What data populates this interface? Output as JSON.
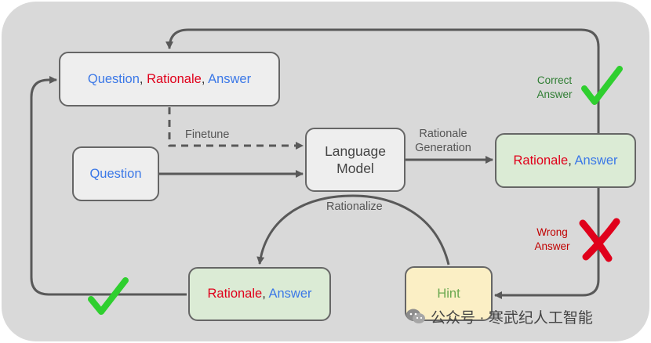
{
  "nodes": {
    "top_left": {
      "part1": "Question",
      "sep1": ", ",
      "part2": "Rationale",
      "sep2": ", ",
      "part3": "Answer"
    },
    "question": {
      "text": "Question"
    },
    "language_model": {
      "line1": "Language",
      "line2": "Model"
    },
    "right_green": {
      "part1": "Rationale",
      "sep": ", ",
      "part2": "Answer"
    },
    "bottom_green": {
      "part1": "Rationale",
      "sep": ", ",
      "part2": "Answer"
    },
    "hint": {
      "text": "Hint"
    }
  },
  "labels": {
    "finetune": "Finetune",
    "rationale_generation_1": "Rationale",
    "rationale_generation_2": "Generation",
    "rationalize": "Rationalize",
    "correct_1": "Correct",
    "correct_2": "Answer",
    "wrong_1": "Wrong",
    "wrong_2": "Answer"
  },
  "watermark": {
    "text": "公众号 · 寒武纪人工智能"
  },
  "icons": {
    "check": "check-icon",
    "cross": "cross-icon",
    "arrow": "arrow-icon",
    "watermark_logo": "wechat-icon"
  },
  "colors": {
    "background": "#d9d9d9",
    "gray_box": "#eeeeee",
    "green_box": "#dbebd5",
    "hint_box": "#fbefc5",
    "blue_text": "#3b78e7",
    "red_text": "#e0001b",
    "check_green": "#2fcf2f",
    "cross_red": "#e0001b",
    "line": "#595959"
  }
}
